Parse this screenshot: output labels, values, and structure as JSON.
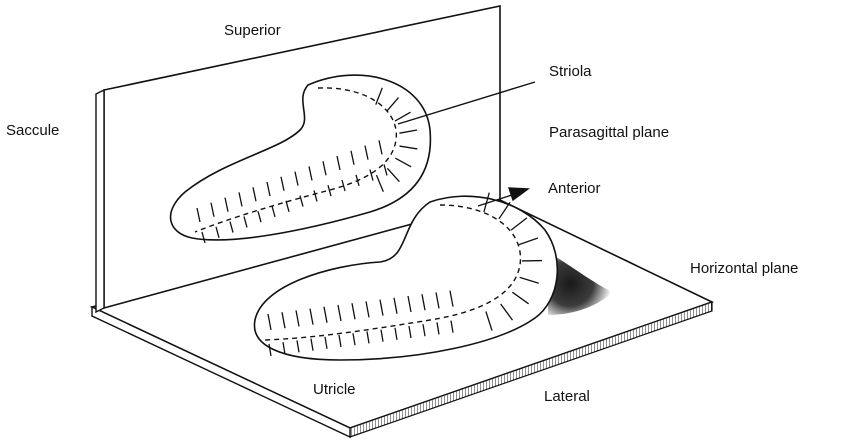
{
  "labels": {
    "superior": "Superior",
    "saccule": "Saccule",
    "striola": "Striola",
    "parasagittal_plane": "Parasagittal plane",
    "anterior": "Anterior",
    "horizontal_plane": "Horizontal plane",
    "utricle": "Utricle",
    "lateral": "Lateral"
  },
  "colors": {
    "ink": "#111111",
    "background": "#ffffff"
  }
}
